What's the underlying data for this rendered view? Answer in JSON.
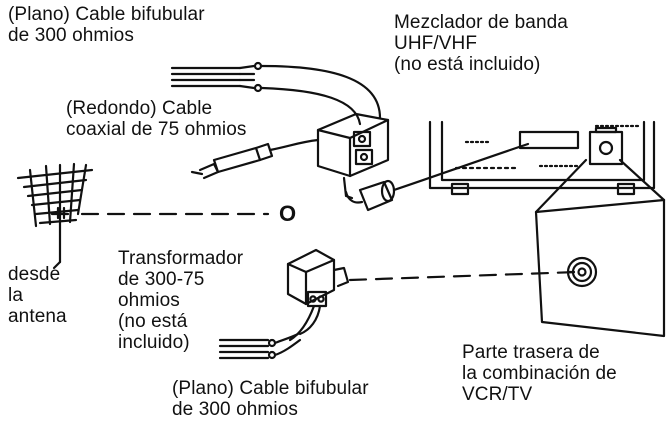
{
  "labels": {
    "flat_cable_top": "(Plano) Cable bifubular\nde 300 ohmios",
    "mixer": "Mezclador de banda\nUHF/VHF\n(no está incluido)",
    "coax_cable": "(Redondo) Cable\ncoaxial de 75 ohmios",
    "or": "O",
    "antenna": "desde\nla\nantena",
    "transformer": "Transformador\nde 300-75\nohmios\n(no está\nincluido)",
    "rear_panel": "Parte trasera de\nla combinación de\nVCR/TV",
    "flat_cable_bottom": "(Plano) Cable bifubular\nde 300 ohmios"
  },
  "colors": {
    "line": "#111111",
    "background": "#ffffff"
  }
}
